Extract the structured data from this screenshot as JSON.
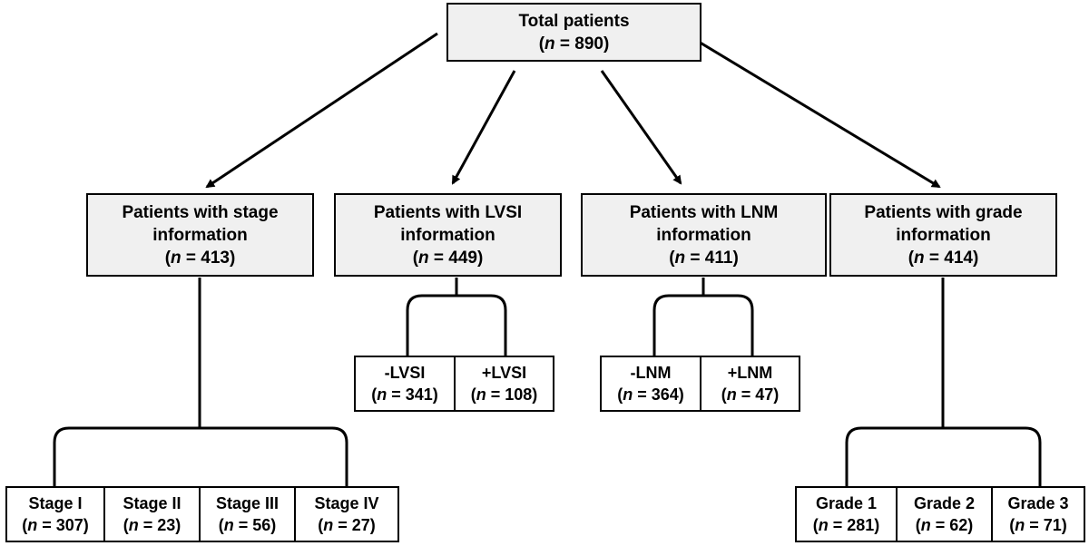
{
  "root": {
    "title": "Total patients",
    "n_label": "n",
    "n_value": " = 890"
  },
  "categories": [
    {
      "line1": "Patients with stage",
      "line2": "information",
      "n_value": " = 413",
      "children": [
        {
          "label": "Stage I",
          "n_value": " = 307"
        },
        {
          "label": "Stage II",
          "n_value": " = 23"
        },
        {
          "label": "Stage III",
          "n_value": " = 56"
        },
        {
          "label": "Stage IV",
          "n_value": " = 27"
        }
      ]
    },
    {
      "line1": "Patients with LVSI",
      "line2": "information",
      "n_value": " = 449",
      "children": [
        {
          "label": "-LVSI",
          "n_value": " = 341"
        },
        {
          "label": "+LVSI",
          "n_value": " = 108"
        }
      ]
    },
    {
      "line1": "Patients with LNM",
      "line2": "information",
      "n_value": " = 411",
      "children": [
        {
          "label": "-LNM",
          "n_value": " = 364"
        },
        {
          "label": "+LNM",
          "n_value": " = 47"
        }
      ]
    },
    {
      "line1": "Patients with grade",
      "line2": "information",
      "n_value": " = 414",
      "children": [
        {
          "label": "Grade 1",
          "n_value": " = 281"
        },
        {
          "label": "Grade 2",
          "n_value": " = 62"
        },
        {
          "label": "Grade 3",
          "n_value": " = 71"
        }
      ]
    }
  ]
}
